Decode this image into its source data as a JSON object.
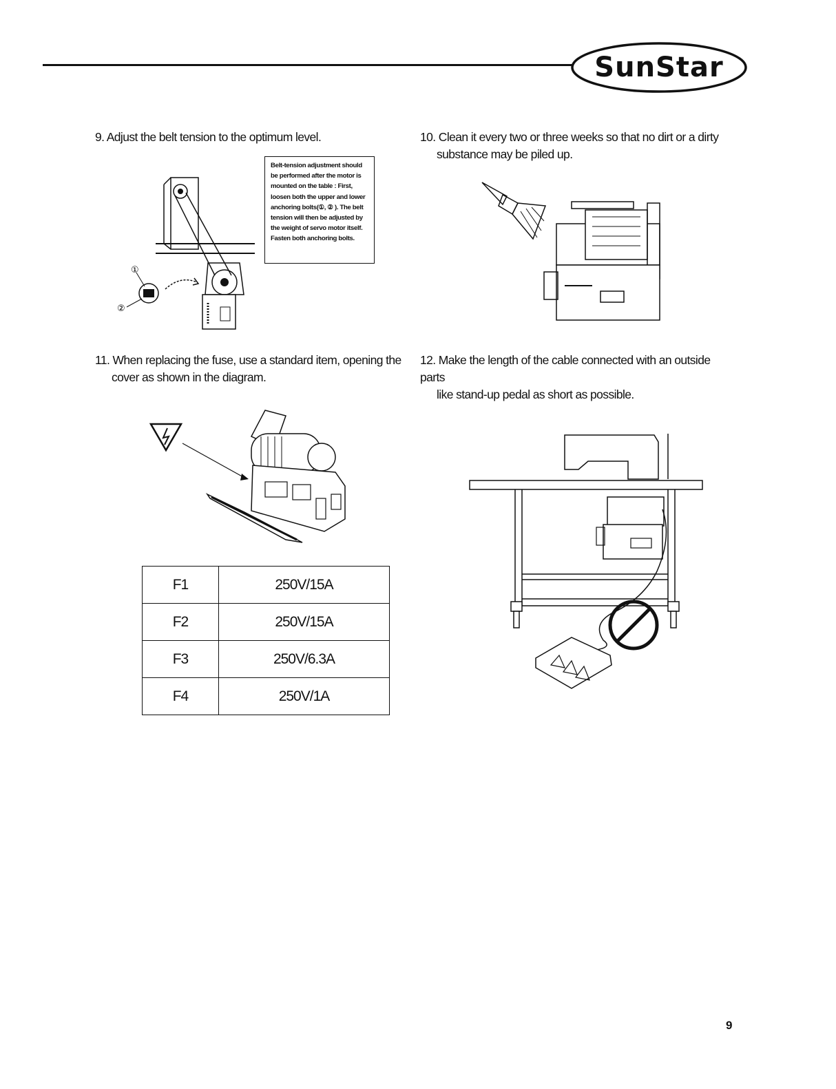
{
  "header": {
    "logo_text": "SunStar"
  },
  "steps": [
    {
      "num": "9.",
      "text": "Adjust the belt tension to the optimum level."
    },
    {
      "num": "10.",
      "text": "Clean it every two or three weeks so that no dirt or a dirty",
      "cont": "substance may be piled up."
    },
    {
      "num": "11.",
      "text": "When replacing the fuse, use a standard item, opening the",
      "cont": "cover as shown in the diagram."
    },
    {
      "num": "12.",
      "text": "Make the length of the cable connected with an outside parts",
      "cont": "like stand-up pedal as short as possible."
    }
  ],
  "belt_note": "Belt-tension adjustment should be performed after the motor is mounted on the table : First, loosen both the upper and lower anchoring bolts(①, ② ). The belt tension will then be adjusted by the weight of servo motor itself. Fasten both anchoring bolts.",
  "callouts": [
    "①",
    "②"
  ],
  "fuse_table": [
    {
      "id": "F1",
      "rating": "250V/15A"
    },
    {
      "id": "F2",
      "rating": "250V/15A"
    },
    {
      "id": "F3",
      "rating": "250V/6.3A"
    },
    {
      "id": "F4",
      "rating": "250V/1A"
    }
  ],
  "page_number": "9",
  "icons": [
    "belt-tension-diagram",
    "cleaning-brush-icon",
    "high-voltage-warning-icon",
    "no-symbol-icon",
    "sewing-table-diagram"
  ]
}
